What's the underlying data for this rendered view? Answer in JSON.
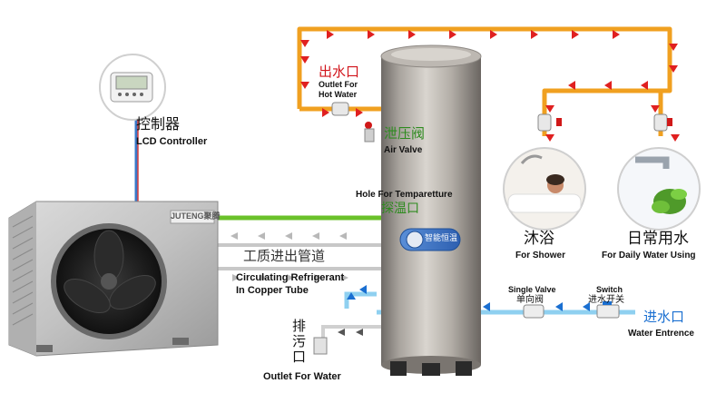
{
  "labels": {
    "outlet_cn": "出水口",
    "outlet_en_1": "Outlet For",
    "outlet_en_2": "Hot Water",
    "controller_cn": "控制器",
    "controller_en": "LCD Controller",
    "air_valve_cn": "泄压阀",
    "air_valve_en": "Air Valve",
    "hole_en": "Hole For Temparetture",
    "hole_cn": "探温口",
    "pipe_cn": "工质进出管道",
    "pipe_en_1": "Circulating Refrigerant",
    "pipe_en_2": "In Copper Tube",
    "drain_cn_1": "排",
    "drain_cn_2": "污",
    "drain_cn_3": "口",
    "drain_en": "Outlet For Water",
    "shower_cn": "沐浴",
    "shower_en": "For Shower",
    "daily_cn": "日常用水",
    "daily_en": "For Daily Water Using",
    "single_valve_en": "Single Valve",
    "single_valve_cn": "单向阀",
    "switch_en": "Switch",
    "switch_cn": "进水开关",
    "inlet_cn": "进水口",
    "inlet_en": "Water Entrence"
  },
  "brand": {
    "unit_logo": "JUTENG聚腾",
    "tank_badge": "智能恒温"
  },
  "colors": {
    "hot_pipe": "#f0a020",
    "cold_pipe": "#8fd0f0",
    "arrow_red": "#e02020",
    "arrow_blue": "#1a6fd1",
    "sensor_green": "#6ac12a",
    "label_red": "#d1141b",
    "label_green": "#2e8b1f",
    "label_blue": "#1a6fd1"
  }
}
